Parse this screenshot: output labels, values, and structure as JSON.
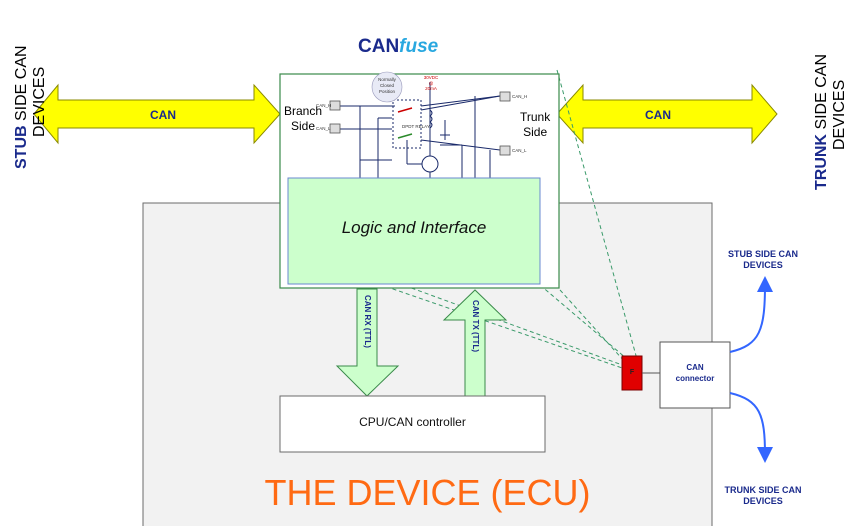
{
  "title": {
    "can": "CAN",
    "fuse": "fuse"
  },
  "left_arrow_label": "CAN",
  "right_arrow_label": "CAN",
  "stub_side": {
    "bold": "STUB",
    "line1": " SIDE CAN",
    "line2": "DEVICES"
  },
  "trunk_side": {
    "bold": "TRUNK",
    "line1": " SIDE CAN",
    "line2": "DEVICES"
  },
  "branch_side": {
    "line1": "Branch",
    "line2": "Side"
  },
  "trunk_side_small": {
    "line1": "Trunk",
    "line2": "Side"
  },
  "logic_label": "Logic and Interface",
  "circuit": {
    "normally_closed": [
      "Normally",
      "Closed",
      "Position"
    ],
    "voltage": [
      "30VDC",
      "@",
      "20mA"
    ],
    "relay": "DPDT RELAY",
    "can_h_left": "CAN_H",
    "can_l_left": "CAN_L",
    "can_h_right": "CAN_H",
    "can_l_right": "CAN_L"
  },
  "rx_label": "CAN RX (TTL)",
  "tx_label": "CAN TX (TTL)",
  "cpu_label": "CPU/CAN controller",
  "fuse_label": "F",
  "connector_label": [
    "CAN",
    "connector"
  ],
  "stub_devices_label": [
    "STUB SIDE CAN",
    "DEVICES"
  ],
  "trunk_devices_label": [
    "TRUNK SIDE CAN",
    "DEVICES"
  ],
  "device_label": "THE DEVICE (ECU)",
  "colors": {
    "title_can": "#1a2a8c",
    "title_fuse": "#29a8e0",
    "arrow_fill": "#ffff00",
    "arrow_stroke": "#8a8a00",
    "device_bg": "#f2f2f2",
    "logic_fill": "#ccffcc",
    "canfuse_border": "#3a8a4a",
    "green_arrow": "#ccffcc",
    "fuse_red": "#e00000",
    "device_text": "#ff6a13",
    "blue_arrow": "#3366ff"
  }
}
